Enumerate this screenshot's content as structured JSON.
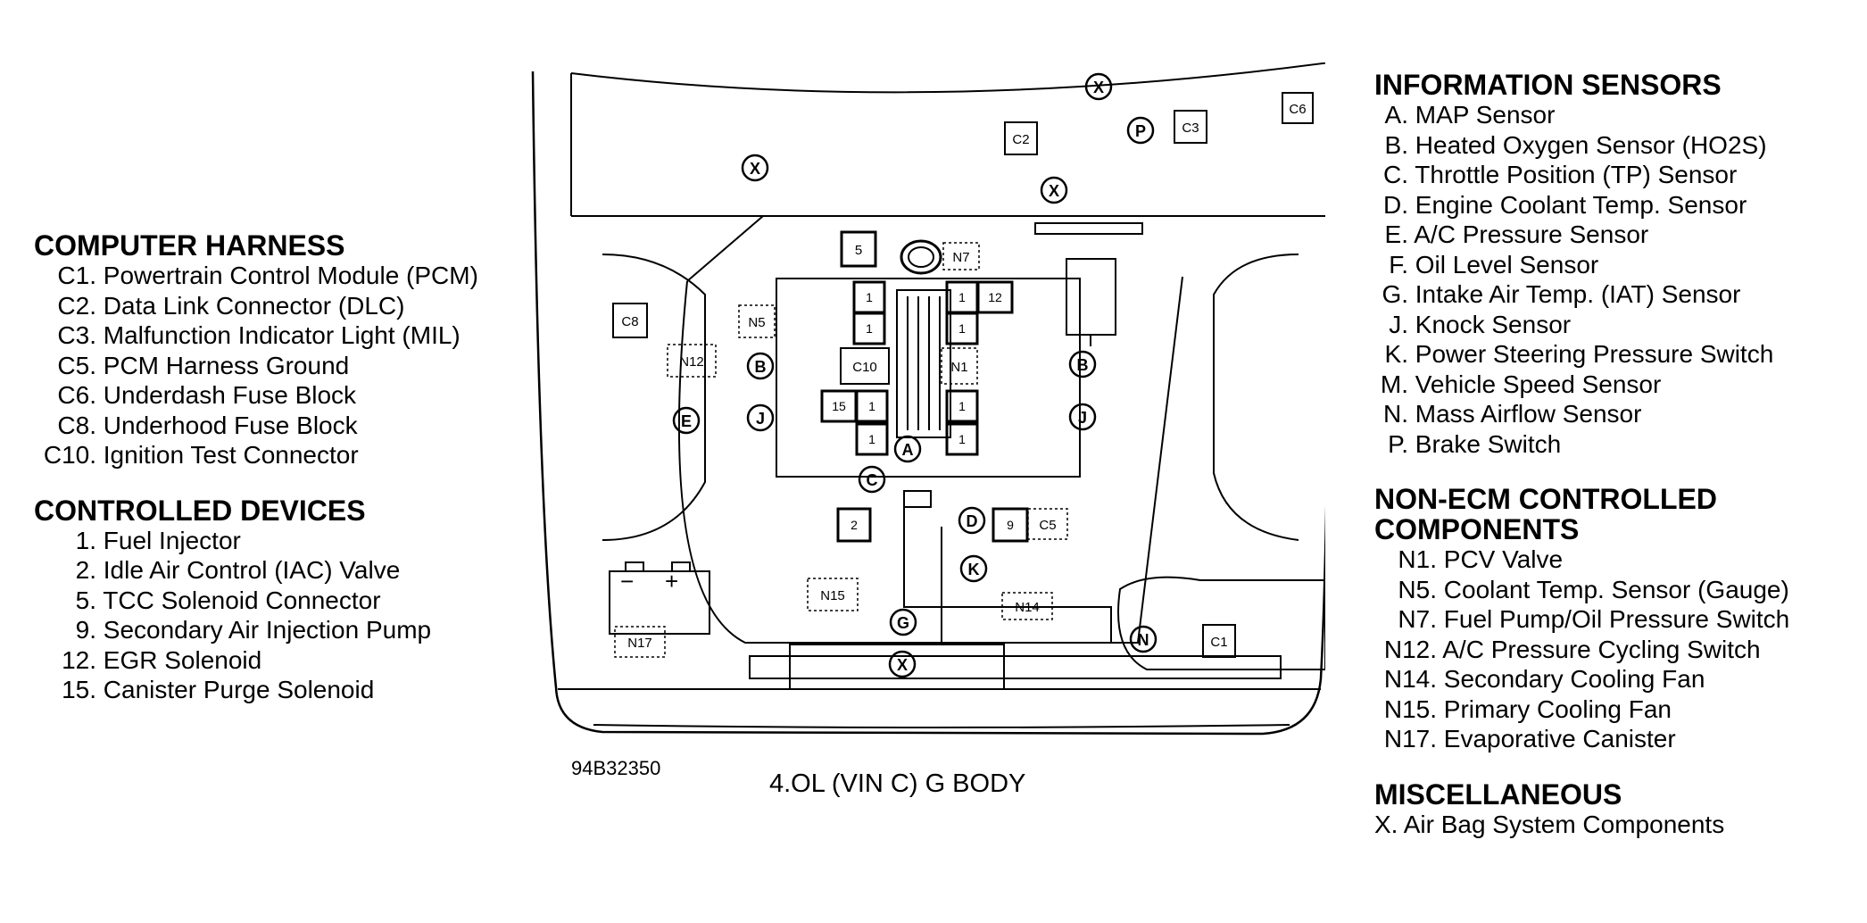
{
  "computer_harness": {
    "title": "COMPUTER HARNESS",
    "items": [
      {
        "code": "C1.",
        "label": "Powertrain Control Module (PCM)"
      },
      {
        "code": "C2.",
        "label": "Data Link Connector (DLC)"
      },
      {
        "code": "C3.",
        "label": "Malfunction Indicator Light (MIL)"
      },
      {
        "code": "C5.",
        "label": "PCM Harness Ground"
      },
      {
        "code": "C6.",
        "label": "Underdash Fuse Block"
      },
      {
        "code": "C8.",
        "label": "Underhood Fuse Block"
      },
      {
        "code": "C10.",
        "label": "Ignition Test Connector"
      }
    ]
  },
  "controlled_devices": {
    "title": "CONTROLLED DEVICES",
    "items": [
      {
        "code": "1.",
        "label": "Fuel Injector"
      },
      {
        "code": "2.",
        "label": "Idle Air Control (IAC) Valve"
      },
      {
        "code": "5.",
        "label": "TCC Solenoid Connector"
      },
      {
        "code": "9.",
        "label": "Secondary Air Injection Pump"
      },
      {
        "code": "12.",
        "label": "EGR Solenoid"
      },
      {
        "code": "15.",
        "label": "Canister Purge Solenoid"
      }
    ]
  },
  "information_sensors": {
    "title": "INFORMATION SENSORS",
    "items": [
      {
        "code": "A.",
        "label": "MAP Sensor"
      },
      {
        "code": "B.",
        "label": "Heated Oxygen Sensor (HO2S)"
      },
      {
        "code": "C.",
        "label": "Throttle Position (TP) Sensor"
      },
      {
        "code": "D.",
        "label": "Engine Coolant Temp. Sensor"
      },
      {
        "code": "E.",
        "label": "A/C Pressure Sensor"
      },
      {
        "code": "F.",
        "label": "Oil Level Sensor"
      },
      {
        "code": "G.",
        "label": "Intake Air Temp. (IAT) Sensor"
      },
      {
        "code": "J.",
        "label": "Knock Sensor"
      },
      {
        "code": "K.",
        "label": "Power Steering Pressure Switch"
      },
      {
        "code": "M.",
        "label": "Vehicle Speed Sensor"
      },
      {
        "code": "N.",
        "label": "Mass Airflow Sensor"
      },
      {
        "code": "P.",
        "label": "Brake Switch"
      }
    ]
  },
  "non_ecm": {
    "title_line1": "NON-ECM CONTROLLED",
    "title_line2": "COMPONENTS",
    "items": [
      {
        "code": "N1.",
        "label": "PCV Valve"
      },
      {
        "code": "N5.",
        "label": "Coolant Temp. Sensor (Gauge)"
      },
      {
        "code": "N7.",
        "label": "Fuel Pump/Oil Pressure Switch"
      },
      {
        "code": "N12.",
        "label": "A/C Pressure Cycling Switch"
      },
      {
        "code": "N14.",
        "label": "Secondary Cooling Fan"
      },
      {
        "code": "N15.",
        "label": "Primary Cooling Fan"
      },
      {
        "code": "N17.",
        "label": "Evaporative Canister"
      }
    ]
  },
  "miscellaneous": {
    "title": "MISCELLANEOUS",
    "items": [
      {
        "code": "X.",
        "label": "Air Bag System Components"
      }
    ]
  },
  "diagram": {
    "figure_id": "94B32350",
    "caption": "4.OL (VIN C) G BODY",
    "battery_minus": "−",
    "battery_plus": "+",
    "labels": {
      "x": "X",
      "p": "P",
      "b": "B",
      "e": "E",
      "j": "J",
      "a": "A",
      "c": "C",
      "d": "D",
      "k": "K",
      "g": "G",
      "n": "N",
      "c1": "C1",
      "c2": "C2",
      "c3": "C3",
      "c5": "C5",
      "c6": "C6",
      "c8": "C8",
      "c10": "C10",
      "n1": "N1",
      "n5": "N5",
      "n7": "N7",
      "n12": "N12",
      "n14": "N14",
      "n15": "N15",
      "n17": "N17",
      "d1": "1",
      "d2": "2",
      "d5": "5",
      "d9": "9",
      "d12": "12",
      "d15": "15"
    }
  }
}
